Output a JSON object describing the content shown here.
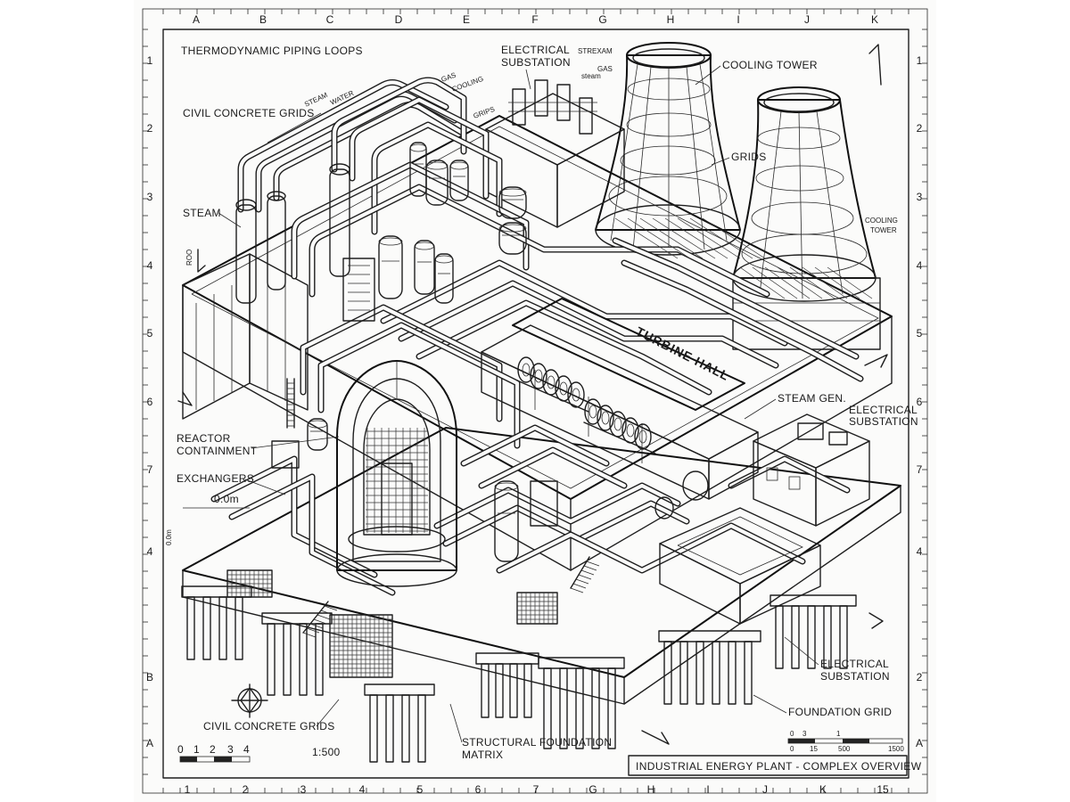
{
  "grid": {
    "top_cols": [
      "A",
      "B",
      "C",
      "D",
      "E",
      "F",
      "G",
      "H",
      "I",
      "J",
      "K"
    ],
    "bottom_cols": [
      "1",
      "2",
      "3",
      "4",
      "5",
      "6",
      "7",
      "G",
      "H",
      "I",
      "J",
      "K",
      "15"
    ],
    "left_rows": [
      "1",
      "2",
      "3",
      "4",
      "5",
      "6",
      "7",
      "4",
      "B",
      "A"
    ],
    "right_rows": [
      "1",
      "2",
      "3",
      "4",
      "5",
      "6",
      "7",
      "4",
      "2",
      "A"
    ]
  },
  "labels": {
    "thermodynamic_piping_loops": "THERMODYNAMIC PIPING LOOPS",
    "civil_concrete_grids_top": "CIVIL CONCRETE GRIDS",
    "steam": "STEAM",
    "reactor_containment_line1": "REACTOR",
    "reactor_containment_line2": "CONTAINMENT",
    "exchangers": "EXCHANGERS",
    "dim_0_0m": "0.0m",
    "dim_0_0m_vertical": "0.0m",
    "civil_concrete_grids_bottom": "CIVIL CONCRETE GRIDS",
    "structural_foundation_line1": "STRUCTURAL FOUNDATION",
    "structural_foundation_line2": "MATRIX",
    "electrical_substation_top_line1": "ELECTRICAL",
    "electrical_substation_top_line2": "SUBSTATION",
    "cooling_tower": "COOLING TOWER",
    "grids": "GRIDS",
    "cooling_tower_right_line1": "COOLING",
    "cooling_tower_right_line2": "TOWER",
    "turbine_hall": "TURBINE HALL",
    "steam_gen": "STEAM GEN.",
    "electrical_substation_mid_line1": "ELECTRICAL",
    "electrical_substation_mid_line2": "SUBSTATION",
    "electrical_substation_low_line1": "ELECTRICAL",
    "electrical_substation_low_line2": "SUBSTATION",
    "foundation_grid": "FOUNDATION GRID",
    "scale_ratio": "1:500",
    "pipe_steam": "STEAM",
    "pipe_water": "WATER",
    "pipe_gas": "GAS",
    "pipe_cooling": "COOLING",
    "pipe_gas_upper": "STREXAM",
    "pipe_gas_lower": "GAS",
    "pipe_steam_small": "steam",
    "pipe_grids": "GRIPS",
    "arrow_note": "ROO"
  },
  "scale_bar_left": {
    "ticks": [
      "0",
      "1",
      "2",
      "3",
      "4"
    ]
  },
  "scale_bar_right": {
    "ticks_top": [
      "0",
      "3",
      "1"
    ],
    "ticks_bottom": [
      "0",
      "15",
      "500",
      "1500"
    ]
  },
  "title_block": {
    "title": "INDUSTRIAL ENERGY PLANT - COMPLEX OVERVIEW"
  }
}
